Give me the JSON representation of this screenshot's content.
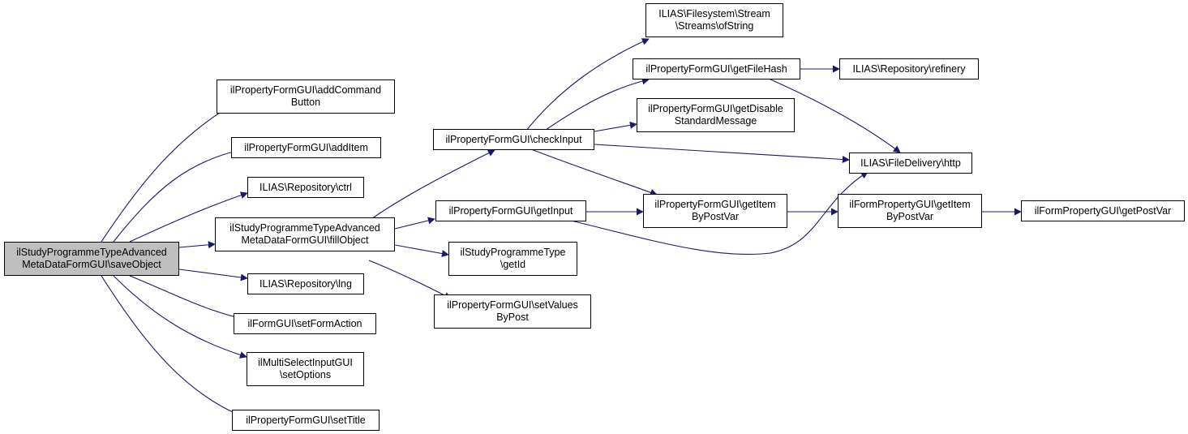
{
  "nodes": {
    "save_object": [
      "ilStudyProgrammeTypeAdvanced",
      "MetaDataFormGUI\\saveObject"
    ],
    "add_command_button": [
      "ilPropertyFormGUI\\addCommand",
      "Button"
    ],
    "add_item": [
      "ilPropertyFormGUI\\addItem"
    ],
    "ctrl": [
      "ILIAS\\Repository\\ctrl"
    ],
    "fill_object": [
      "ilStudyProgrammeTypeAdvanced",
      "MetaDataFormGUI\\fillObject"
    ],
    "lng": [
      "ILIAS\\Repository\\lng"
    ],
    "set_form_action": [
      "ilFormGUI\\setFormAction"
    ],
    "set_options": [
      "ilMultiSelectInputGUI",
      "\\setOptions"
    ],
    "set_title": [
      "ilPropertyFormGUI\\setTitle"
    ],
    "check_input": [
      "ilPropertyFormGUI\\checkInput"
    ],
    "get_input": [
      "ilPropertyFormGUI\\getInput"
    ],
    "get_id": [
      "ilStudyProgrammeType",
      "\\getId"
    ],
    "set_values_by_post": [
      "ilPropertyFormGUI\\setValues",
      "ByPost"
    ],
    "streams_of_string": [
      "ILIAS\\Filesystem\\Stream",
      "\\Streams\\ofString"
    ],
    "get_file_hash": [
      "ilPropertyFormGUI\\getFileHash"
    ],
    "get_disable_standard_message": [
      "ilPropertyFormGUI\\getDisable",
      "StandardMessage"
    ],
    "get_item_by_post_var": [
      "ilPropertyFormGUI\\getItem",
      "ByPostVar"
    ],
    "refinery": [
      "ILIAS\\Repository\\refinery"
    ],
    "http": [
      "ILIAS\\FileDelivery\\http"
    ],
    "form_property_get_item_by_post_var": [
      "ilFormPropertyGUI\\getItem",
      "ByPostVar"
    ],
    "get_post_var": [
      "ilFormPropertyGUI\\getPostVar"
    ]
  },
  "edges": [
    [
      "save_object",
      "add_command_button"
    ],
    [
      "save_object",
      "add_item"
    ],
    [
      "save_object",
      "ctrl"
    ],
    [
      "save_object",
      "fill_object"
    ],
    [
      "save_object",
      "lng"
    ],
    [
      "save_object",
      "set_form_action"
    ],
    [
      "save_object",
      "set_options"
    ],
    [
      "save_object",
      "set_title"
    ],
    [
      "fill_object",
      "check_input"
    ],
    [
      "fill_object",
      "get_input"
    ],
    [
      "fill_object",
      "get_id"
    ],
    [
      "fill_object",
      "set_values_by_post"
    ],
    [
      "check_input",
      "streams_of_string"
    ],
    [
      "check_input",
      "get_file_hash"
    ],
    [
      "check_input",
      "get_disable_standard_message"
    ],
    [
      "check_input",
      "get_item_by_post_var"
    ],
    [
      "check_input",
      "http"
    ],
    [
      "get_file_hash",
      "refinery"
    ],
    [
      "get_file_hash",
      "http"
    ],
    [
      "get_input",
      "get_item_by_post_var"
    ],
    [
      "get_input",
      "http"
    ],
    [
      "get_item_by_post_var",
      "form_property_get_item_by_post_var"
    ],
    [
      "form_property_get_item_by_post_var",
      "get_post_var"
    ]
  ]
}
